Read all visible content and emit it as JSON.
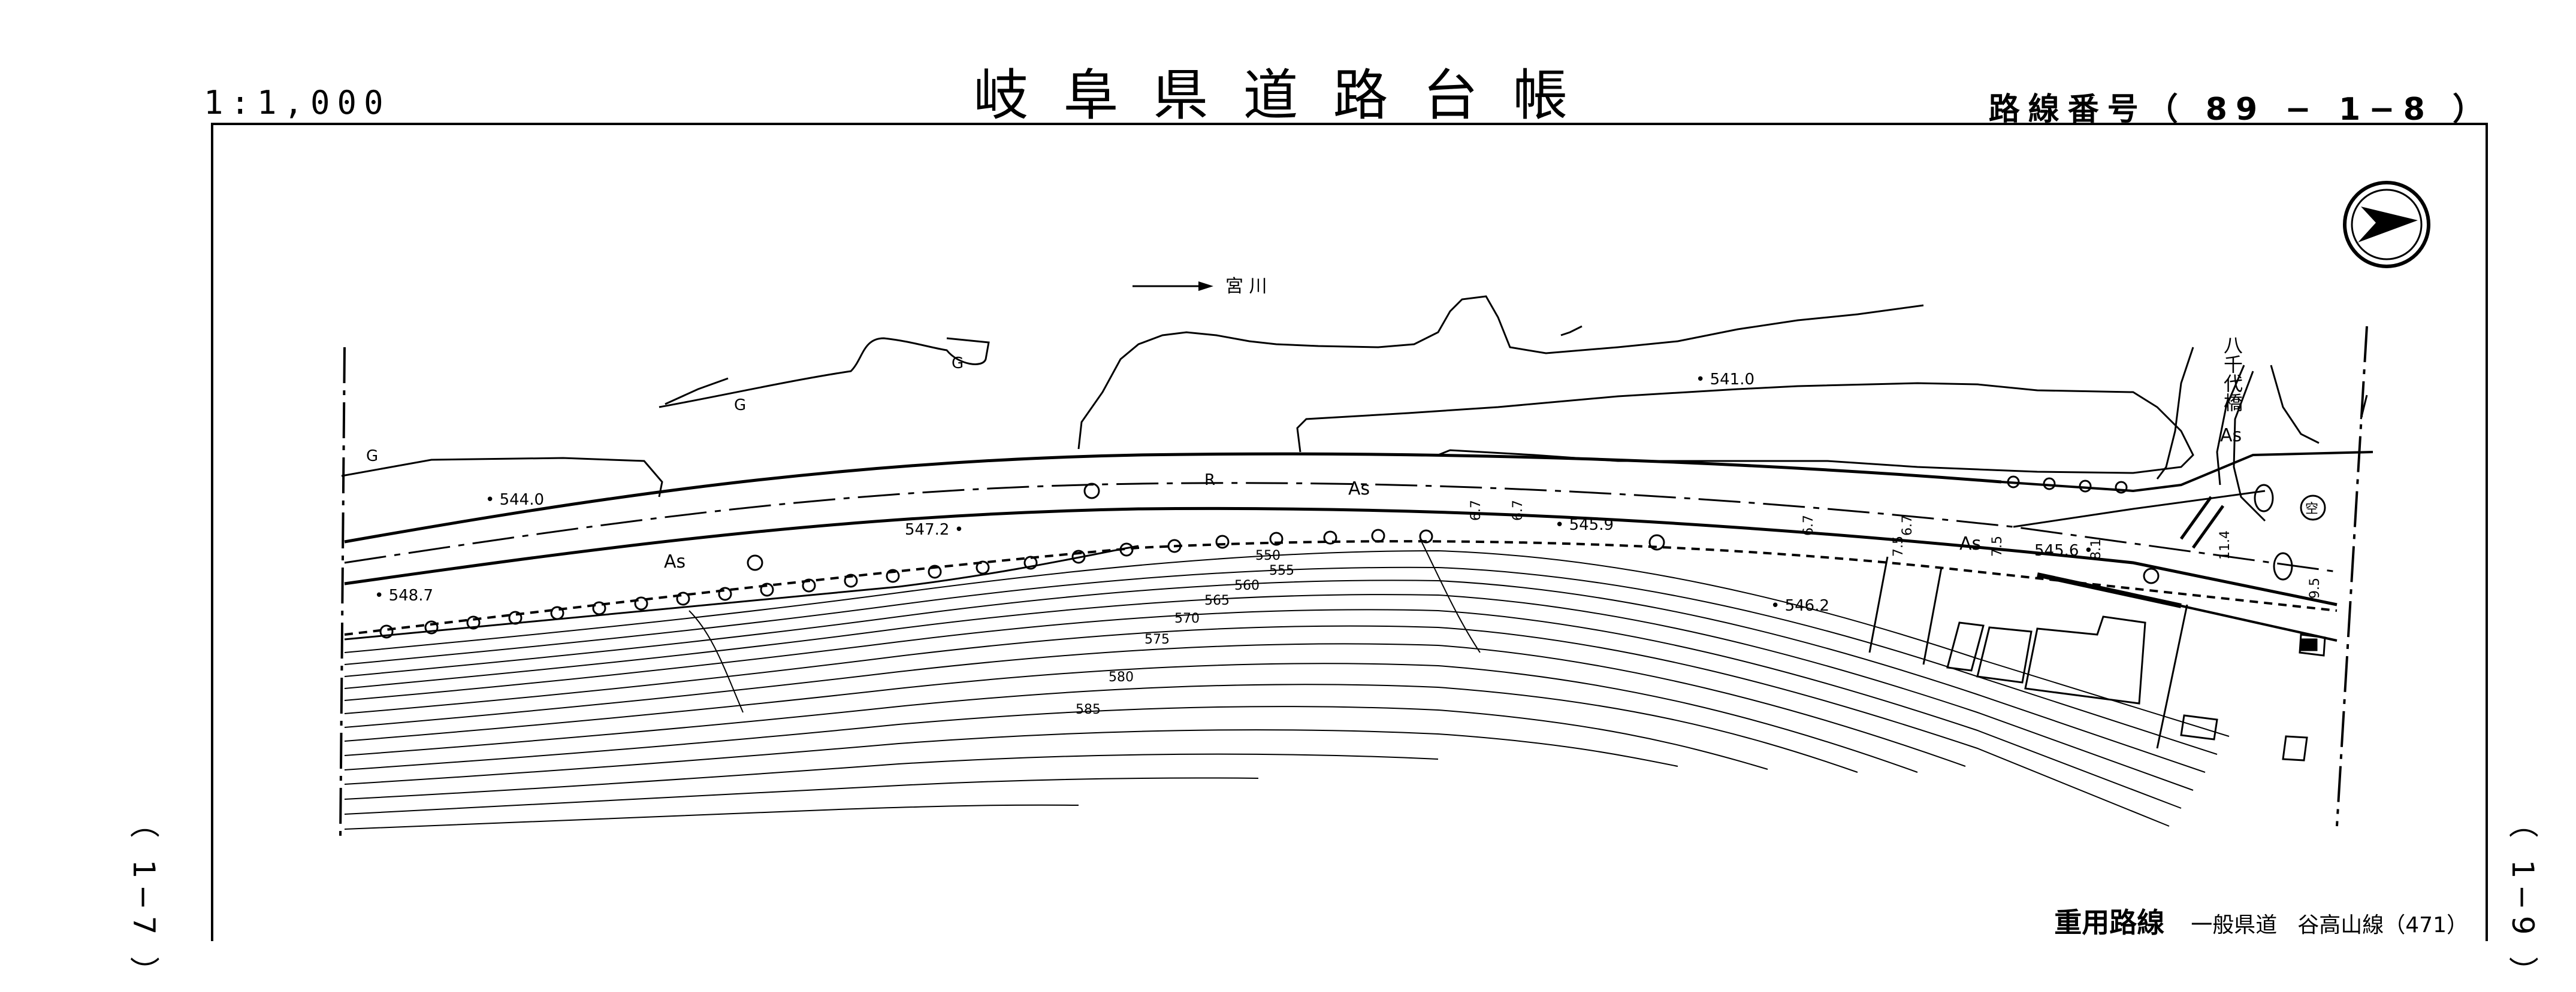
{
  "header": {
    "title": "岐阜県道路台帳",
    "scale": "1:1,000",
    "route_number": "路線番号（ 89 − 1−8 ）"
  },
  "sheet_edges": {
    "left": "（ 1−7 ）",
    "right": "（ 1−9 ）"
  },
  "overlap_route": {
    "label": "重用路線",
    "road_class": "一般県道",
    "road_name": "谷高山線（471）"
  },
  "map_labels": {
    "river": "宮 川",
    "bridge": "八千代橋",
    "pavement_1": "As",
    "pavement_2": "As",
    "pavement_3": "As",
    "pavement_4": "As",
    "grass_1": "G",
    "grass_2": "G",
    "grass_3": "G",
    "sym_R": "R",
    "elev_5440": "• 544.0",
    "elev_5487": "• 548.7",
    "elev_5472": "547.2 •",
    "elev_5459": "• 545.9",
    "elev_5410": "• 541.0",
    "elev_5462": "• 546.2",
    "elev_5456": "545.6 •",
    "contour_550": "550",
    "contour_555": "555",
    "contour_560": "560",
    "contour_565": "565",
    "contour_570": "570",
    "contour_575": "575",
    "contour_580": "580",
    "contour_585": "585",
    "width_67a": "6.7",
    "width_67b": "6.7",
    "width_67c": "6.7",
    "width_67d": "6.7",
    "width_75a": "7.5",
    "width_75b": "7.5",
    "width_81": "8.1",
    "width_114": "11.4",
    "width_95": "9.5",
    "vacant": "空"
  }
}
